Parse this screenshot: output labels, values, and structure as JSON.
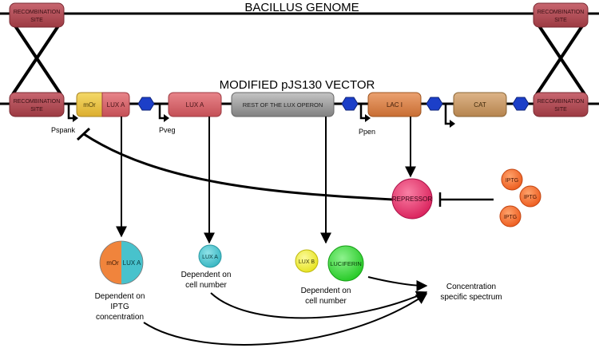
{
  "genome": {
    "title": "BACILLUS GENOME"
  },
  "vector": {
    "title": "MODIFIED pJS130 VECTOR"
  },
  "recombination_site": {
    "line1": "RECOMBINATION",
    "line2": "SITE"
  },
  "genes": {
    "mor": "mOr",
    "luxa_fused": "LUX A",
    "luxa": "LUX A",
    "rest": "REST OF THE LUX OPERON",
    "laci": "LAC I",
    "cat": "CAT"
  },
  "promoters": {
    "pspank": "Pspank",
    "pveg": "Pveg",
    "ppen": "Ppen"
  },
  "molecules": {
    "repressor": "REPRESSOR",
    "iptg": "IPTG",
    "mor": "mOr",
    "luxa_half": "LUX A",
    "luxa": "LUX A",
    "luxb": "LUX B",
    "luciferin": "LUCIFERIN"
  },
  "captions": {
    "iptg_dep": [
      "Dependent on",
      "IPTG",
      "concentration"
    ],
    "cell_dep_a": [
      "Dependent on",
      "cell number"
    ],
    "cell_dep_b": [
      "Dependent on",
      "cell number"
    ],
    "spectrum": [
      "Concentration",
      "specific spectrum"
    ]
  },
  "colors": {
    "recombination_site": "#b5474f",
    "mor": "#e8c546",
    "luxa": "#d6656a",
    "rest": "#9e9e9e",
    "laci": "#d9844a",
    "cat": "#c99a64",
    "spacer": "#1c3fc8",
    "repressor": "#ee3b73",
    "iptg": "#f4742e",
    "mor_molecule": "#f0843c",
    "luxa_molecule": "#48c2cc",
    "luxb": "#f3f034",
    "luciferin": "#3fdc3f"
  }
}
